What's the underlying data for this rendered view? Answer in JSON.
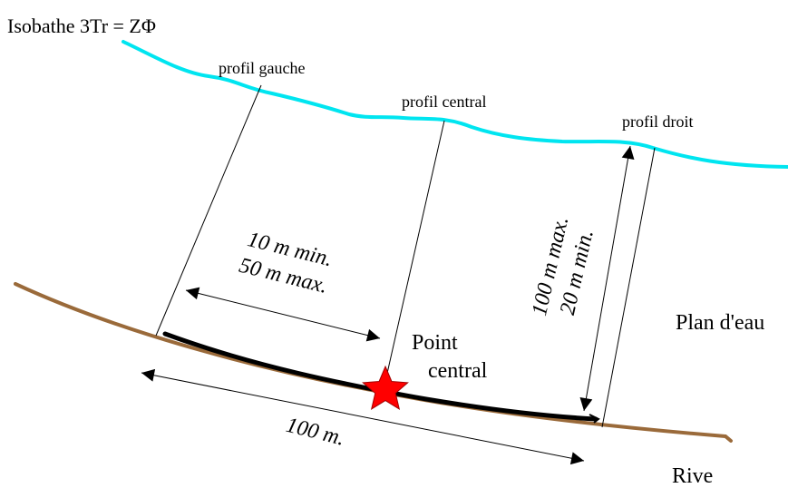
{
  "title": "Isobathe 3Tr = ZΦ",
  "profiles": {
    "left": "profil gauche",
    "center": "profil central",
    "right": "profil droit"
  },
  "dimensions": {
    "spacing_min": "10 m min.",
    "spacing_max": "50 m max.",
    "length_max": "100 m max.",
    "length_min": "20 m min.",
    "base": "100 m."
  },
  "point": {
    "line1": "Point",
    "line2": "central"
  },
  "water_label": "Plan d'eau",
  "shore_label": "Rive",
  "colors": {
    "isobath": "#00e5f0",
    "shore": "#9a6a3a",
    "star": "#ff0000",
    "segment": "#000000"
  }
}
